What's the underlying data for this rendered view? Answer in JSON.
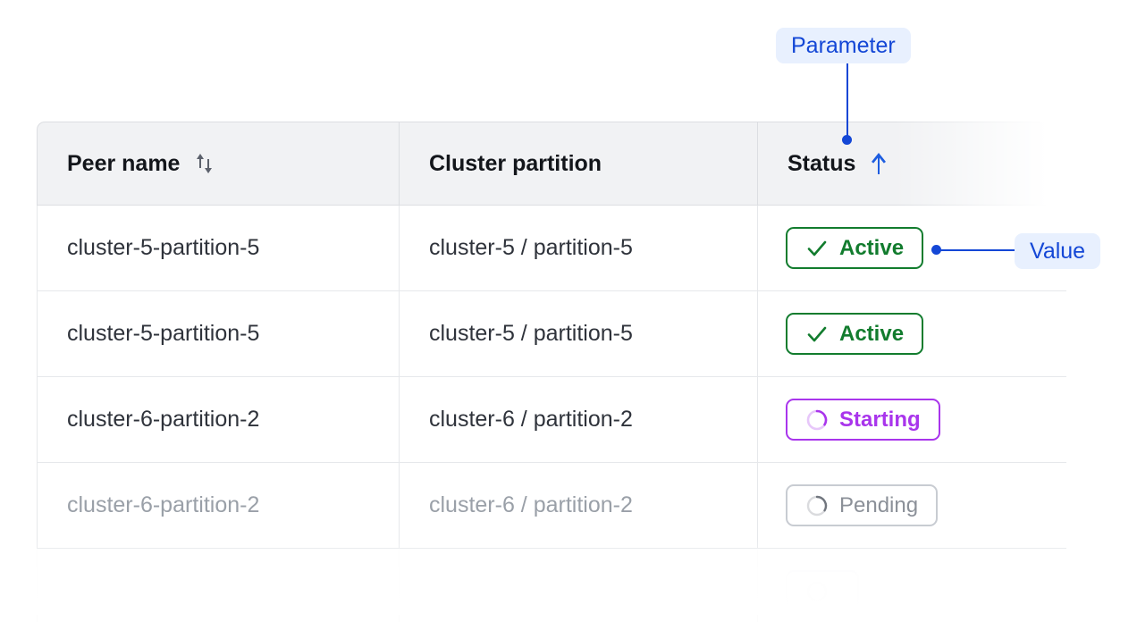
{
  "table": {
    "columns": [
      {
        "key": "peer_name",
        "label": "Peer name",
        "sort_icon": "sort-both-icon",
        "sorted": false
      },
      {
        "key": "cluster_partition",
        "label": "Cluster partition",
        "sort_icon": null,
        "sorted": false
      },
      {
        "key": "status",
        "label": "Status",
        "sort_icon": "sort-ascending-arrow-icon",
        "sorted": true,
        "sort_direction": "asc"
      }
    ],
    "rows": [
      {
        "peer_name": "cluster-5-partition-5",
        "cluster_partition": "cluster-5 / partition-5",
        "status": {
          "label": "Active",
          "icon": "check-icon",
          "variant": "active"
        }
      },
      {
        "peer_name": "cluster-5-partition-5",
        "cluster_partition": "cluster-5 / partition-5",
        "status": {
          "label": "Active",
          "icon": "check-icon",
          "variant": "active"
        }
      },
      {
        "peer_name": "cluster-6-partition-2",
        "cluster_partition": "cluster-6 / partition-2",
        "status": {
          "label": "Starting",
          "icon": "spinner-icon",
          "variant": "starting"
        }
      },
      {
        "peer_name": "cluster-6-partition-2",
        "cluster_partition": "cluster-6 / partition-2",
        "status": {
          "label": "Pending",
          "icon": "spinner-icon",
          "variant": "pending"
        }
      },
      {
        "peer_name": "",
        "cluster_partition": "",
        "status": {
          "label": "",
          "icon": "spinner-icon",
          "variant": "ghost"
        }
      }
    ]
  },
  "annotations": [
    {
      "id": "parameter",
      "label": "Parameter",
      "points_to": "status-column-header"
    },
    {
      "id": "value",
      "label": "Value",
      "points_to": "status-badge-row-1"
    }
  ],
  "colors": {
    "annotation_text": "#1447d6",
    "annotation_background": "#e8f0fe",
    "status_active": "#127c2e",
    "status_starting": "#a935ec",
    "status_pending": "#8b9098",
    "header_background": "#f1f2f4",
    "border": "#dcdee2"
  }
}
